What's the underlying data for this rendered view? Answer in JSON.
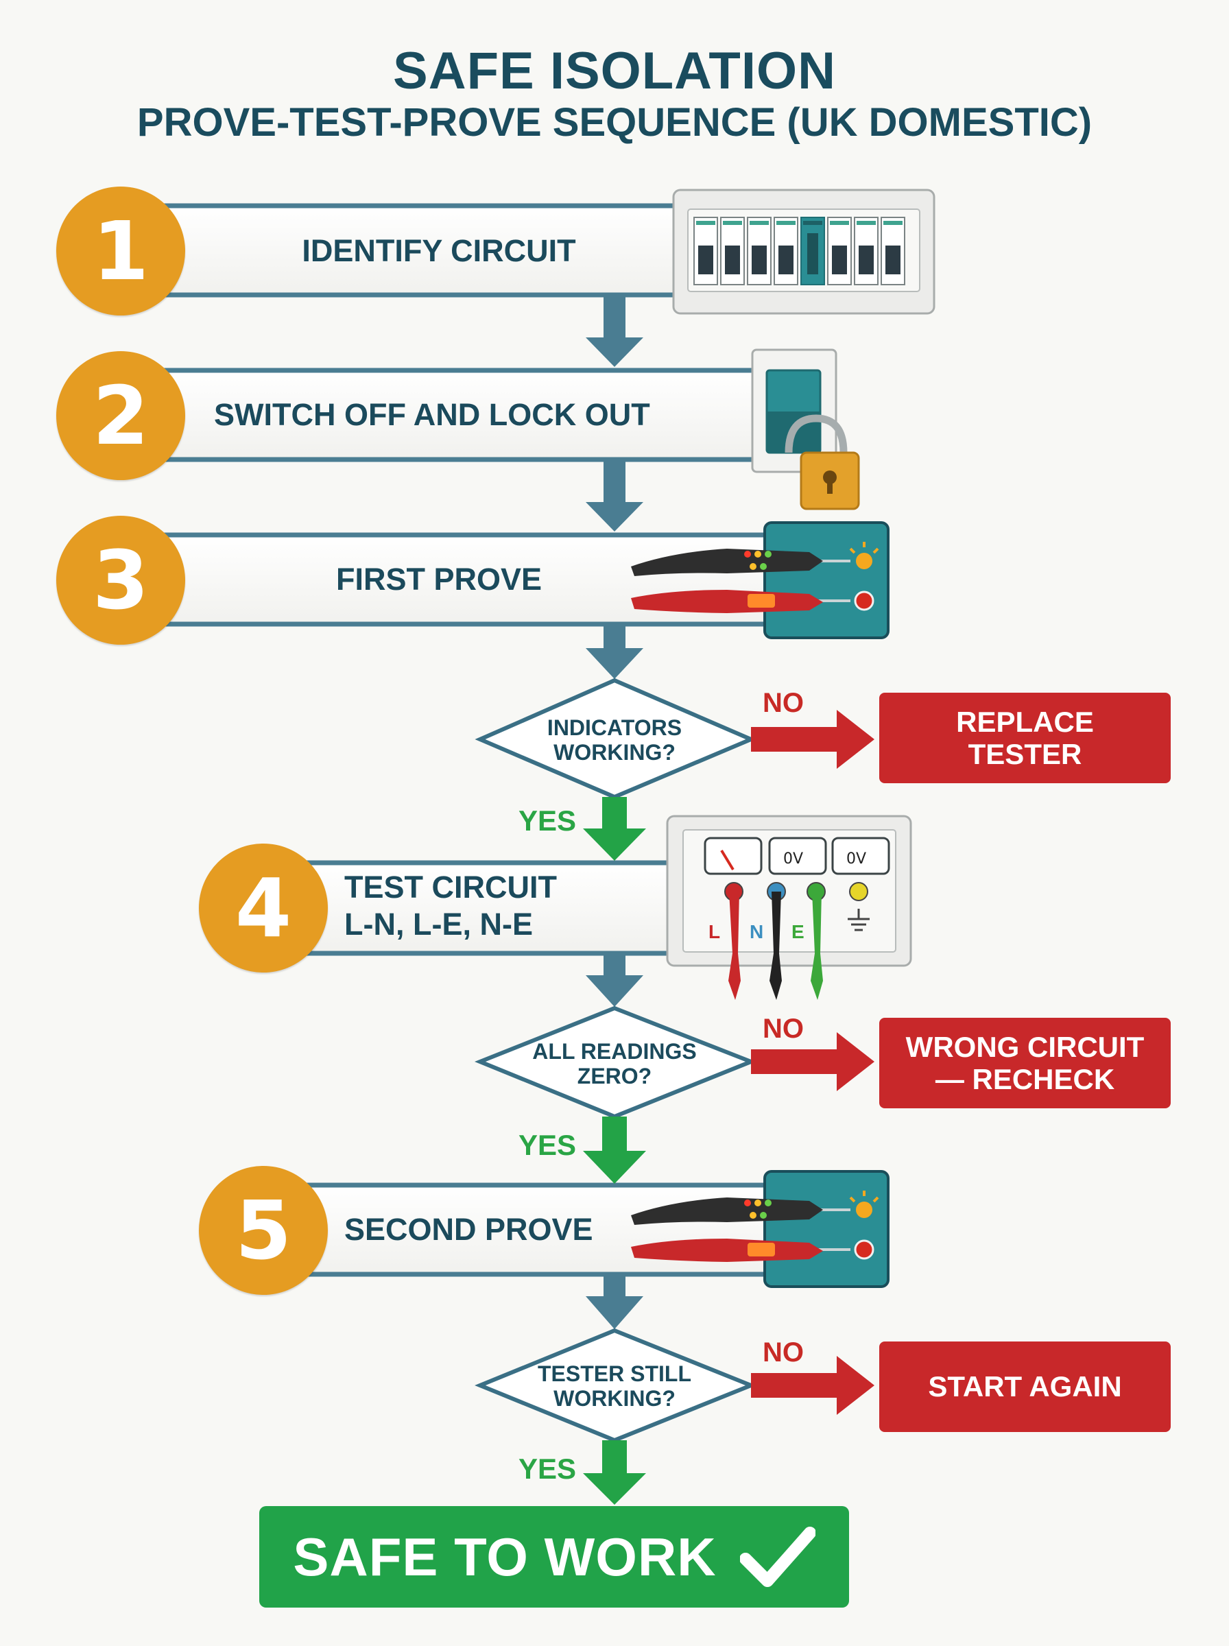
{
  "title": "SAFE ISOLATION",
  "subtitle": "PROVE-TEST-PROVE SEQUENCE (UK DOMESTIC)",
  "steps": [
    {
      "number": "1",
      "label": "IDENTIFY CIRCUIT",
      "icon": "consumer-unit-icon"
    },
    {
      "number": "2",
      "label": "SWITCH OFF AND LOCK OUT",
      "icon": "padlock-switch-icon"
    },
    {
      "number": "3",
      "label": "FIRST PROVE",
      "icon": "proving-unit-icon"
    },
    {
      "number": "4",
      "label_line1": "TEST CIRCUIT",
      "label_line2": "L-N, L-E, N-E",
      "icon": "voltage-tester-icon"
    },
    {
      "number": "5",
      "label": "SECOND PROVE",
      "icon": "proving-unit-icon"
    }
  ],
  "decisions": [
    {
      "question": "INDICATORS\nWORKING?",
      "yes": "YES",
      "no": "NO",
      "no_action": "REPLACE\nTESTER"
    },
    {
      "question": "ALL READINGS\nZERO?",
      "yes": "YES",
      "no": "NO",
      "no_action": "WRONG CIRCUIT\n— RECHECK"
    },
    {
      "question": "TESTER STILL\nWORKING?",
      "yes": "YES",
      "no": "NO",
      "no_action": "START AGAIN"
    }
  ],
  "tester_terminals": {
    "l": "L",
    "n": "N",
    "e": "E"
  },
  "meter_readings": [
    "0V",
    "0V"
  ],
  "final": {
    "label": "SAFE TO WORK",
    "icon": "checkmark-icon"
  },
  "colors": {
    "step_circle": "#e59c22",
    "flow_arrow": "#4a7d92",
    "decision_border": "#3a6f85",
    "no_red": "#c8282a",
    "yes_green": "#2aa545",
    "final_green": "#21a349",
    "title_teal": "#1a4c5e"
  }
}
